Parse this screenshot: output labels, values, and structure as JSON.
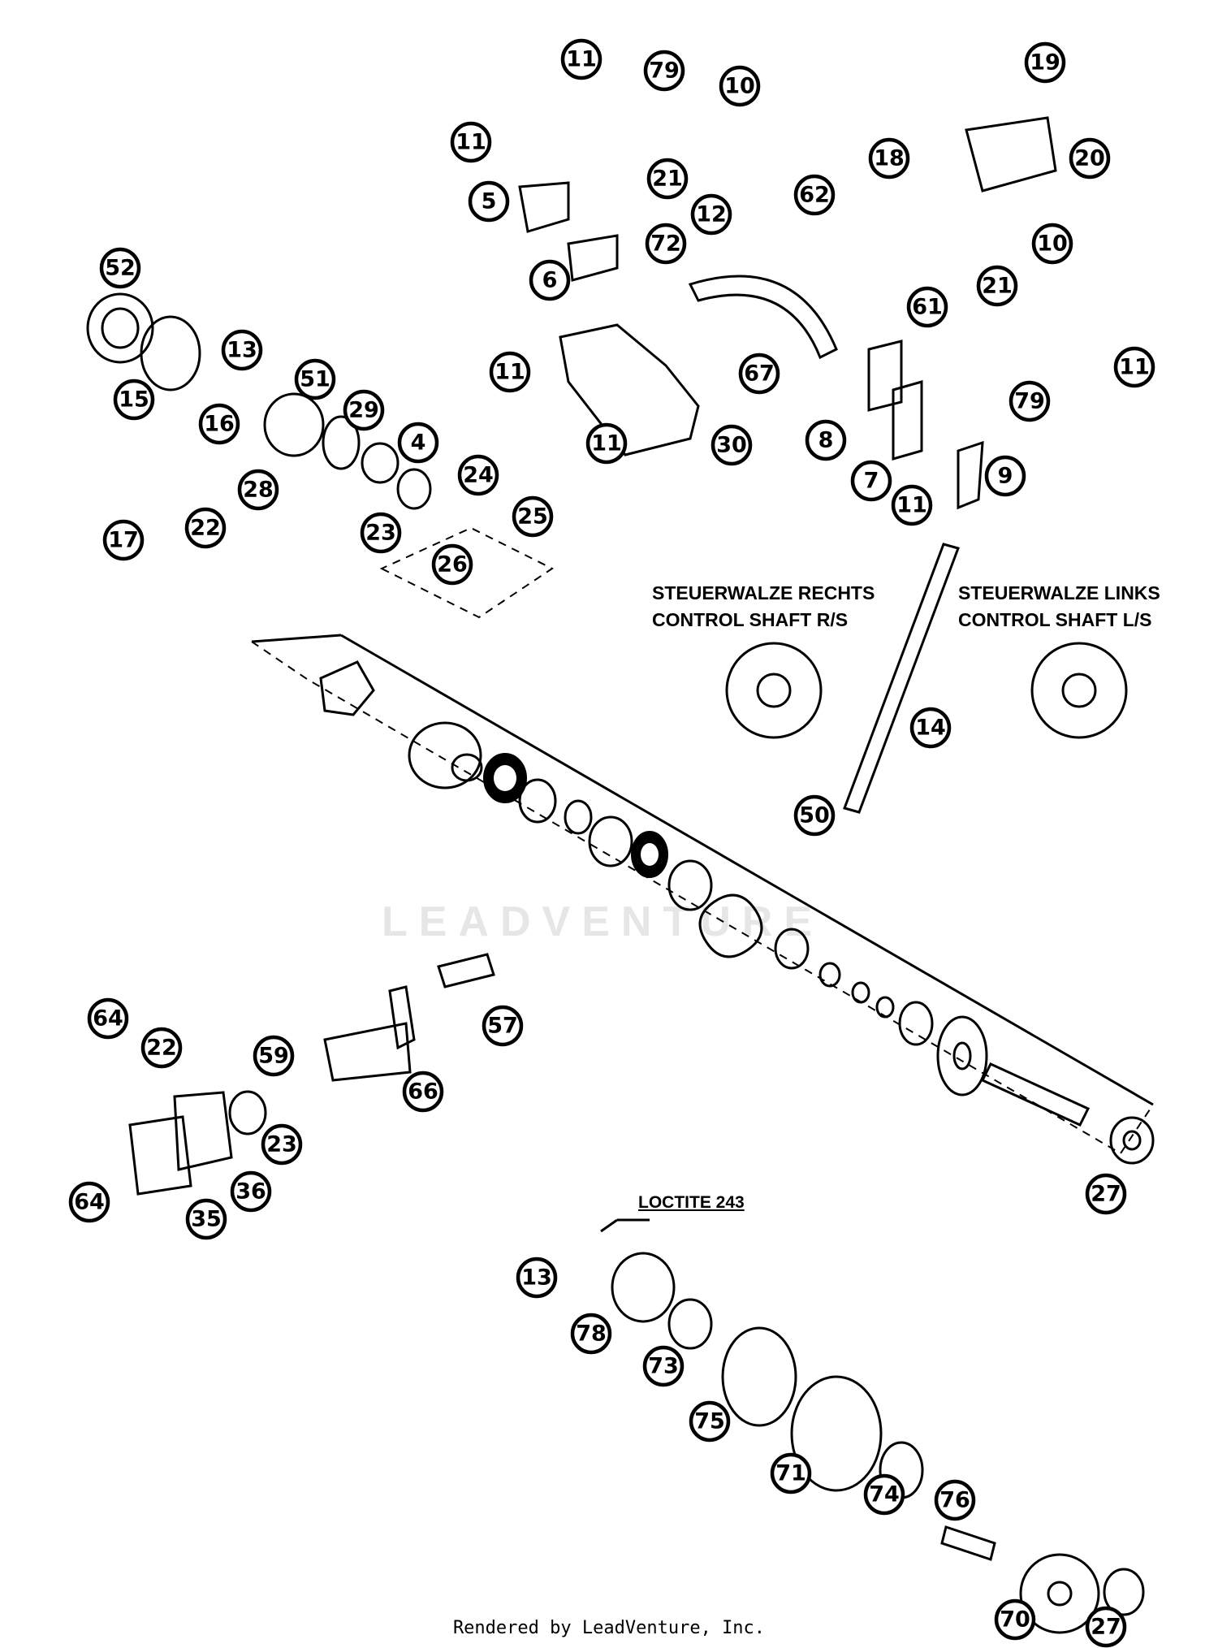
{
  "labels": {
    "control_right_de": "STEUERWALZE RECHTS",
    "control_right_en": "CONTROL SHAFT R/S",
    "control_left_de": "STEUERWALZE LINKS",
    "control_left_en": "CONTROL SHAFT L/S",
    "loctite": "LOCTITE 243"
  },
  "watermark": "LEADVENTURE",
  "footer": "Rendered by LeadVenture, Inc.",
  "callouts": [
    "11",
    "79",
    "10",
    "19",
    "20",
    "11",
    "21",
    "18",
    "5",
    "12",
    "62",
    "72",
    "6",
    "52",
    "13",
    "10",
    "21",
    "61",
    "51",
    "11",
    "67",
    "11",
    "79",
    "15",
    "29",
    "16",
    "4",
    "11",
    "30",
    "8",
    "7",
    "9",
    "11",
    "24",
    "28",
    "25",
    "22",
    "17",
    "23",
    "26",
    "14",
    "50",
    "64",
    "22",
    "57",
    "59",
    "66",
    "23",
    "36",
    "64",
    "35",
    "27",
    "13",
    "78",
    "73",
    "75",
    "71",
    "74",
    "76",
    "70",
    "27"
  ]
}
